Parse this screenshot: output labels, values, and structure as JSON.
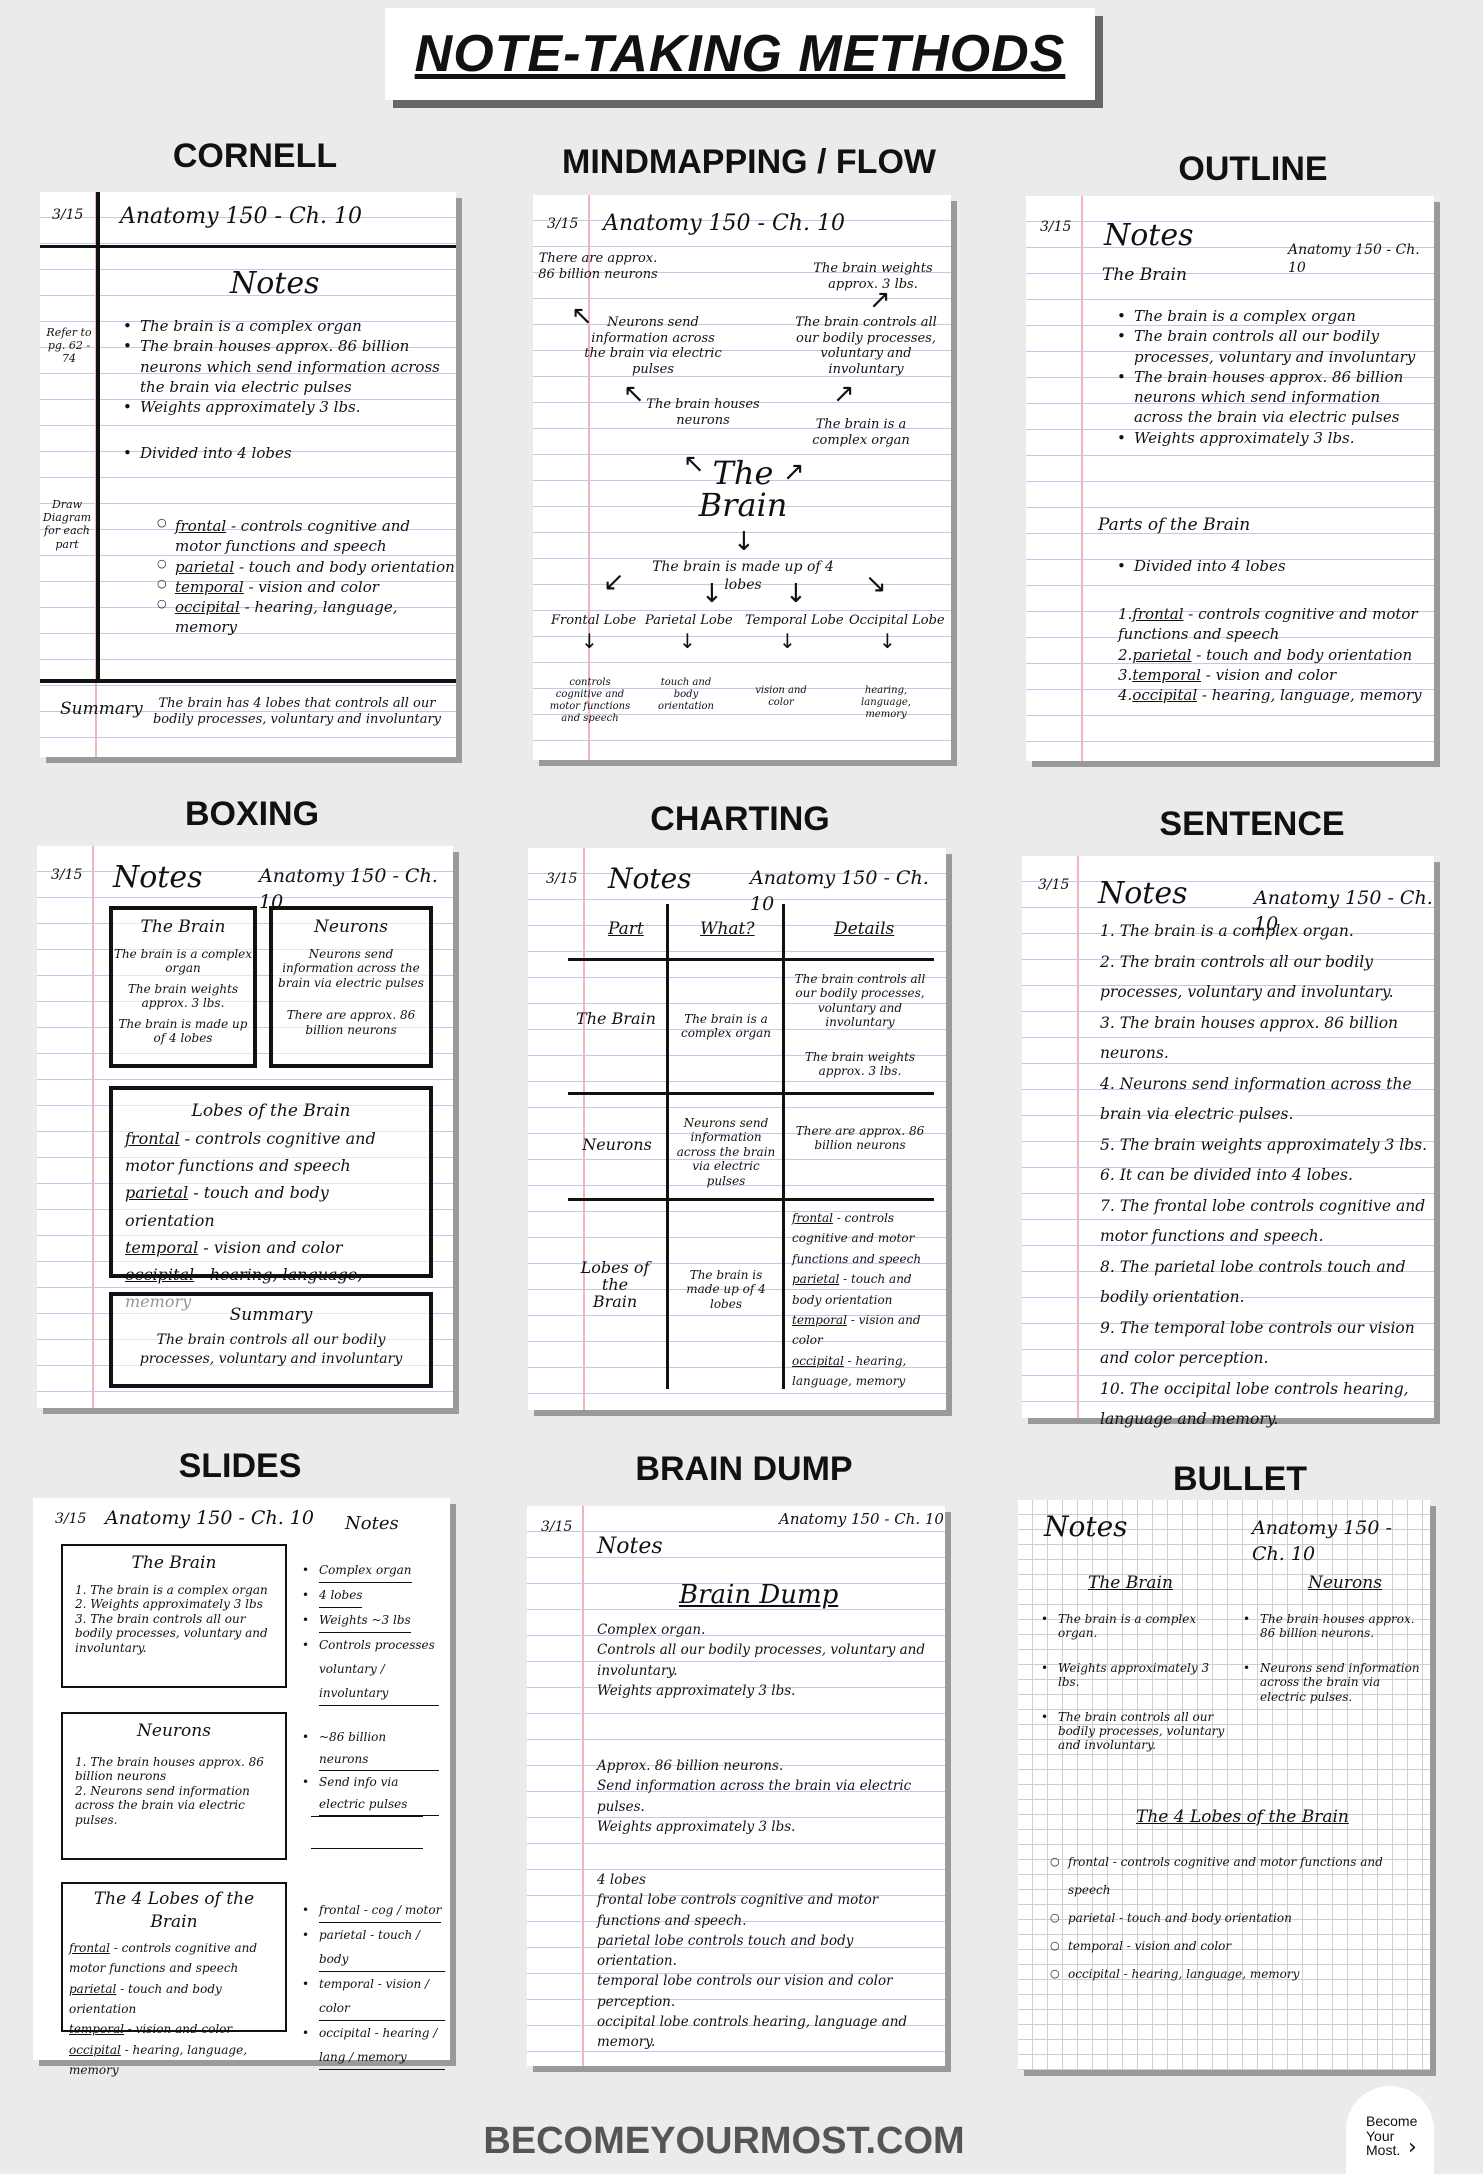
{
  "title": "NOTE-TAKING METHODS",
  "footer": "BECOMEYOURMOST.COM",
  "logo": {
    "l1": "Become",
    "l2": "Your",
    "l3": "Most."
  },
  "common": {
    "date": "3/15",
    "course": "Anatomy 150 - Ch. 10",
    "notes": "Notes"
  },
  "cornell": {
    "title": "CORNELL",
    "heading": "Notes",
    "cue1": "Refer to pg. 62 - 74",
    "cue2": "Draw Diagram for each part",
    "b1": "The brain is a complex organ",
    "b2": "The brain houses approx. 86 billion neurons which send information across the brain via electric pulses",
    "b3": "Weights approximately 3 lbs.",
    "b4": "Divided into 4 lobes",
    "l1w": "frontal",
    "l1": " - controls cognitive and motor functions and speech",
    "l2w": "parietal",
    "l2": " - touch and body orientation",
    "l3w": "temporal",
    "l3": " - vision and color",
    "l4w": "occipital",
    "l4": " - hearing, language, memory",
    "summary_label": "Summary",
    "summary": "The brain has 4 lobes that controls all our bodily processes, voluntary and involuntary"
  },
  "mindmap": {
    "title": "MINDMAPPING / FLOW",
    "n1": "There are approx. 86 billion neurons",
    "n2": "The brain weights approx. 3 lbs.",
    "n3": "Neurons send information across the brain via electric pulses",
    "n4": "The brain controls all our bodily processes, voluntary and involuntary",
    "n5": "The brain houses neurons",
    "n6": "The brain is a complex organ",
    "center1": "The",
    "center2": "Brain",
    "n7": "The brain is made up of 4 lobes",
    "lobe1": "Frontal Lobe",
    "lobe2": "Parietal Lobe",
    "lobe3": "Temporal Lobe",
    "lobe4": "Occipital Lobe",
    "d1": "controls cognitive and motor functions and speech",
    "d2": "touch and body orientation",
    "d3": "vision and color",
    "d4": "hearing, language, memory"
  },
  "outline": {
    "title": "OUTLINE",
    "sub": "The Brain",
    "b1": "The brain is a complex organ",
    "b2": "The brain controls all our bodily processes, voluntary and involuntary",
    "b3": "The brain houses approx. 86 billion neurons which send information across the brain via electric pulses",
    "b4": "Weights approximately 3 lbs.",
    "sub2": "Parts of the Brain",
    "b5": "Divided into 4 lobes",
    "p1n": "1.",
    "p1w": "frontal",
    "p1": " - controls cognitive and motor functions and speech",
    "p2n": "2.",
    "p2w": "parietal",
    "p2": " - touch and body orientation",
    "p3n": "3.",
    "p3w": "temporal",
    "p3": " - vision and color",
    "p4n": "4.",
    "p4w": "occipital",
    "p4": " - hearing, language, memory"
  },
  "boxing": {
    "title": "BOXING",
    "box1_title": "The Brain",
    "box1_a": "The brain is a complex organ",
    "box1_b": "The brain weights approx. 3 lbs.",
    "box1_c": "The brain is made up of 4 lobes",
    "box2_title": "Neurons",
    "box2_a": "Neurons send information across the brain via electric pulses",
    "box2_b": "There are approx. 86 billion neurons",
    "box3_title": "Lobes of the Brain",
    "l1w": "frontal",
    "l1": " - controls cognitive and motor functions and speech",
    "l2w": "parietal",
    "l2": " - touch and body orientation",
    "l3w": "temporal",
    "l3": " - vision and color",
    "l4w": "occipital",
    "l4": " - hearing, language, memory",
    "box4_title": "Summary",
    "box4_a": "The brain controls all our bodily processes, voluntary and involuntary"
  },
  "charting": {
    "title": "CHARTING",
    "h1": "Part",
    "h2": "What?",
    "h3": "Details",
    "r1c1": "The Brain",
    "r1c2": "The brain is a complex organ",
    "r1c3a": "The brain controls all our bodily processes, voluntary and involuntary",
    "r1c3b": "The brain weights approx. 3 lbs.",
    "r2c1": "Neurons",
    "r2c2": "Neurons send information across the brain via electric pulses",
    "r2c3": "There are approx. 86 billion neurons",
    "r3c1": "Lobes of the Brain",
    "r3c2": "The brain is made up of 4 lobes",
    "l1w": "frontal",
    "l1": " - controls cognitive and motor functions and speech",
    "l2w": "parietal",
    "l2": " - touch and body orientation",
    "l3w": "temporal",
    "l3": " - vision and color",
    "l4w": "occipital",
    "l4": " - hearing, language, memory"
  },
  "sentence": {
    "title": "SENTENCE",
    "s1": "1. The brain is a complex organ.",
    "s2": "2. The brain controls all our bodily processes, voluntary and involuntary.",
    "s3": "3. The brain houses approx. 86 billion neurons.",
    "s4": "4. Neurons send information across the brain via electric pulses.",
    "s5": "5. The brain weights approximately 3 lbs.",
    "s6": "6. It can be divided into 4 lobes.",
    "s7": "7. The frontal lobe controls cognitive and motor functions and speech.",
    "s8": "8. The parietal lobe controls touch and bodily orientation.",
    "s9": "9. The temporal lobe controls our vision and color perception.",
    "s10": "10. The occipital lobe controls hearing, language and memory."
  },
  "slides": {
    "title": "SLIDES",
    "box1_title": "The Brain",
    "box1_a": "1. The brain is a complex organ",
    "box1_b": "2. Weights approximately 3 lbs",
    "box1_c": "3. The brain controls all our bodily processes, voluntary and involuntary.",
    "box2_title": "Neurons",
    "box2_a": "1. The brain houses approx. 86 billion neurons",
    "box2_b": "2. Neurons send information across the brain via electric pulses.",
    "box3_title": "The 4 Lobes of the Brain",
    "l1w": "frontal",
    "l1": " - controls cognitive and motor functions and speech",
    "l2w": "parietal",
    "l2": " - touch and body orientation",
    "l3w": "temporal",
    "l3": " - vision and color",
    "l4w": "occipital",
    "l4": " - hearing, language, memory",
    "n1": "Complex organ",
    "n2": "4 lobes",
    "n3": "Weights ~3 lbs",
    "n4": "Controls processes voluntary / involuntary",
    "n5": "~86 billion neurons",
    "n6": "Send info via electric pulses",
    "n7": "frontal - cog / motor",
    "n8": "parietal - touch / body",
    "n9": "temporal - vision / color",
    "n10": "occipital - hearing / lang / memory"
  },
  "braindump": {
    "title": "BRAIN DUMP",
    "heading": "Brain Dump",
    "p1": "Complex organ.",
    "p2": "Controls all our bodily processes, voluntary and involuntary.",
    "p3": "Weights approximately 3 lbs.",
    "p4": "Approx. 86 billion neurons.",
    "p5": "Send information across the brain via electric pulses.",
    "p6": "Weights approximately 3 lbs.",
    "p7": "4 lobes",
    "p8": "frontal lobe controls cognitive and motor functions and speech.",
    "p9": "parietal lobe controls touch and body orientation.",
    "p10": "temporal lobe controls our vision and color perception.",
    "p11": "occipital lobe controls hearing, language and memory."
  },
  "bullet": {
    "title": "BULLET",
    "col1": "The Brain",
    "c1a": "The brain is a complex organ.",
    "c1b": "Weights approximately 3 lbs.",
    "c1c": "The brain controls all our bodily processes, voluntary and involuntary.",
    "col2": "Neurons",
    "c2a": "The brain houses approx. 86 billion neurons.",
    "c2b": "Neurons send information across the brain via electric pulses.",
    "sub": "The 4 Lobes of the Brain",
    "l1": "frontal - controls cognitive and motor functions and speech",
    "l2": "parietal - touch and body orientation",
    "l3": "temporal - vision and color",
    "l4": "occipital - hearing, language, memory"
  }
}
